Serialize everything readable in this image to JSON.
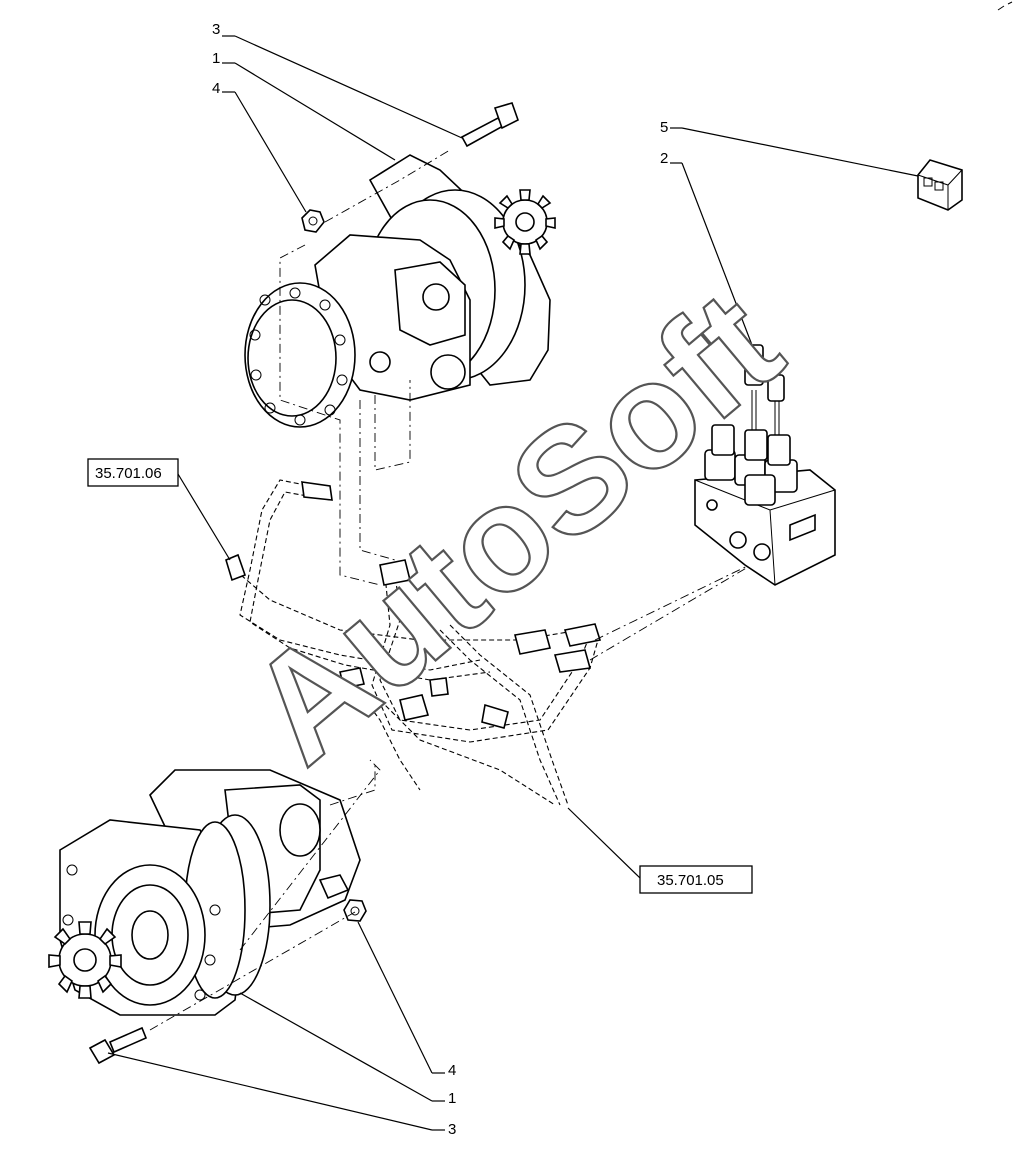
{
  "callouts": {
    "top_bolt": "3",
    "top_motor": "1",
    "top_nut": "4",
    "relay": "5",
    "valve_block": "2",
    "bottom_nut": "4",
    "bottom_motor": "1",
    "bottom_bolt": "3"
  },
  "references": {
    "hose_set_upper": "35.701.06",
    "hose_set_lower": "35.701.05"
  },
  "watermark": "AutoSoft"
}
